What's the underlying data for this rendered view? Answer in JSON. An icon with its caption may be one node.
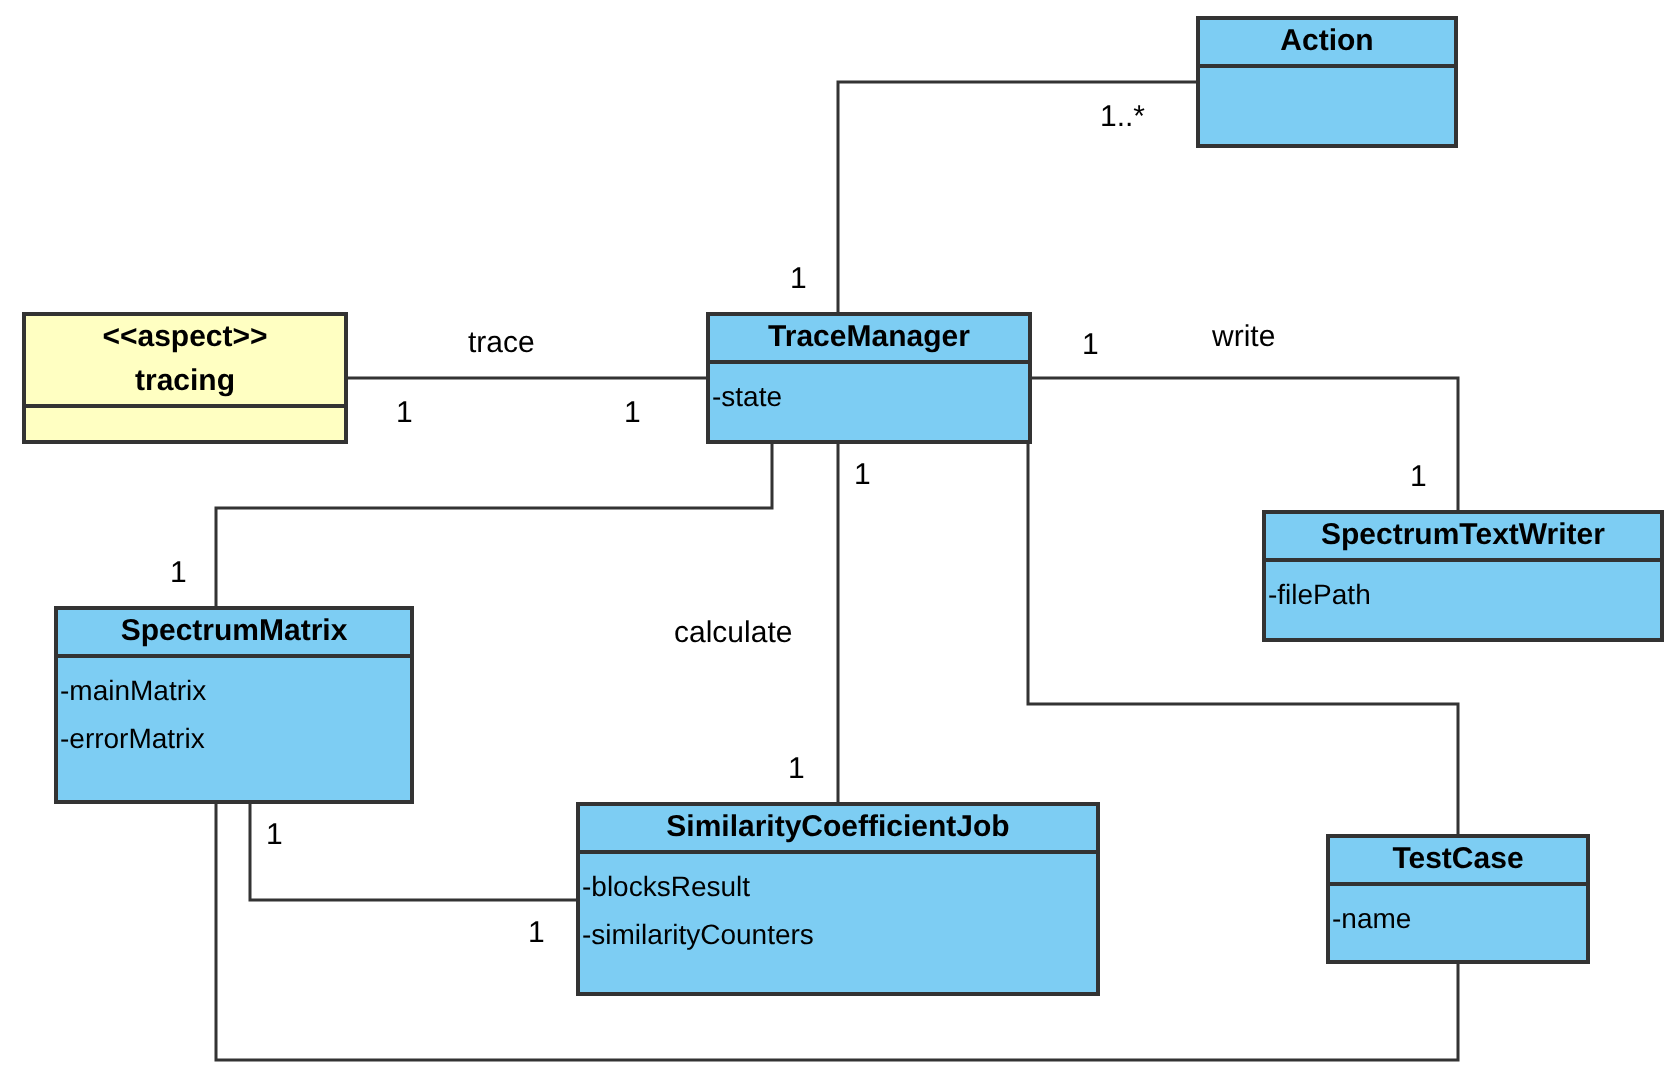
{
  "diagram": {
    "nodes": [
      {
        "text": [
          "Action"
        ]
      },
      {
        "text": [
          "<<aspect>>",
          "tracing"
        ]
      },
      {
        "text": [
          "TraceManager",
          "-state"
        ]
      },
      {
        "text": [
          "SpectrumTextWriter",
          "-filePath"
        ]
      },
      {
        "text": [
          "SpectrumMatrix",
          "-mainMatrix",
          "-errorMatrix"
        ]
      },
      {
        "text": [
          "SimilarityCoefficientJob",
          "-blocksResult",
          "-similarityCounters"
        ]
      },
      {
        "text": [
          "TestCase",
          "-name"
        ]
      }
    ],
    "edges": [
      {
        "from": 2,
        "to": 0,
        "arrow": "none"
      },
      {
        "from": 1,
        "to": 2,
        "arrow": "none",
        "label": "trace"
      },
      {
        "from": 2,
        "to": 3,
        "arrow": "none",
        "label": "write"
      },
      {
        "from": 2,
        "to": 4,
        "arrow": "none"
      },
      {
        "from": 2,
        "to": 5,
        "arrow": "none",
        "label": "calculate"
      },
      {
        "from": 2,
        "to": 6,
        "arrow": "none"
      },
      {
        "from": 4,
        "to": 5,
        "arrow": "none"
      },
      {
        "from": 4,
        "to": 6,
        "arrow": "none"
      }
    ],
    "labels": [
      "1..*",
      "1",
      "1",
      "1",
      "1",
      "1",
      "1",
      "1",
      "1",
      "1",
      "1"
    ]
  }
}
